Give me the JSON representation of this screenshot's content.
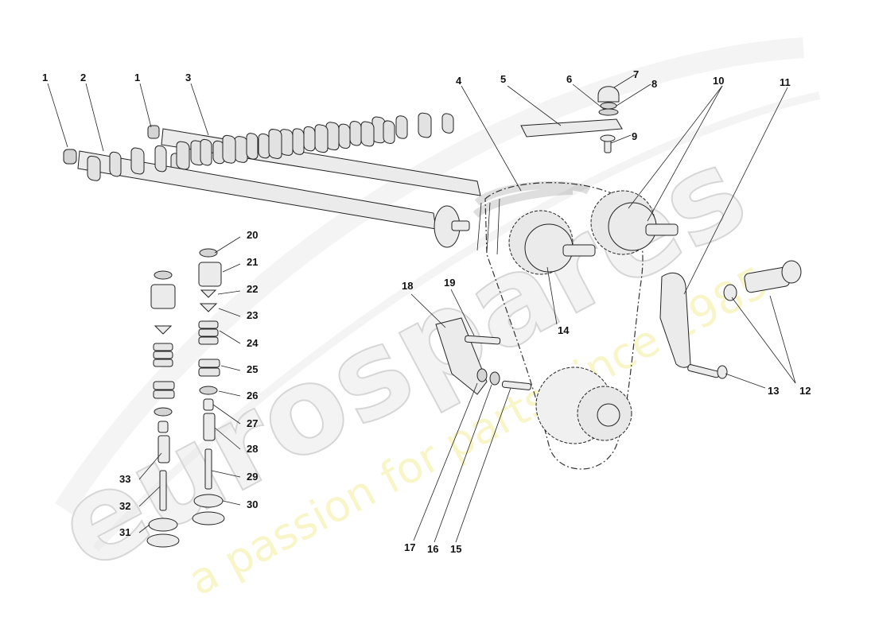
{
  "watermark": {
    "brand": "eurospares",
    "tagline": "a passion for parts since 1985"
  },
  "callouts": [
    {
      "id": "c1a",
      "text": "1"
    },
    {
      "id": "c2",
      "text": "2"
    },
    {
      "id": "c1b",
      "text": "1"
    },
    {
      "id": "c3",
      "text": "3"
    },
    {
      "id": "c4",
      "text": "4"
    },
    {
      "id": "c5",
      "text": "5"
    },
    {
      "id": "c6",
      "text": "6"
    },
    {
      "id": "c7",
      "text": "7"
    },
    {
      "id": "c8",
      "text": "8"
    },
    {
      "id": "c9",
      "text": "9"
    },
    {
      "id": "c10",
      "text": "10"
    },
    {
      "id": "c11",
      "text": "11"
    },
    {
      "id": "c12",
      "text": "12"
    },
    {
      "id": "c13",
      "text": "13"
    },
    {
      "id": "c14",
      "text": "14"
    },
    {
      "id": "c15",
      "text": "15"
    },
    {
      "id": "c16",
      "text": "16"
    },
    {
      "id": "c17",
      "text": "17"
    },
    {
      "id": "c18",
      "text": "18"
    },
    {
      "id": "c19",
      "text": "19"
    },
    {
      "id": "c20",
      "text": "20"
    },
    {
      "id": "c21",
      "text": "21"
    },
    {
      "id": "c22",
      "text": "22"
    },
    {
      "id": "c23",
      "text": "23"
    },
    {
      "id": "c24",
      "text": "24"
    },
    {
      "id": "c25",
      "text": "25"
    },
    {
      "id": "c26",
      "text": "26"
    },
    {
      "id": "c27",
      "text": "27"
    },
    {
      "id": "c28",
      "text": "28"
    },
    {
      "id": "c29",
      "text": "29"
    },
    {
      "id": "c30",
      "text": "30"
    },
    {
      "id": "c31",
      "text": "31"
    },
    {
      "id": "c32",
      "text": "32"
    },
    {
      "id": "c33",
      "text": "33"
    }
  ]
}
